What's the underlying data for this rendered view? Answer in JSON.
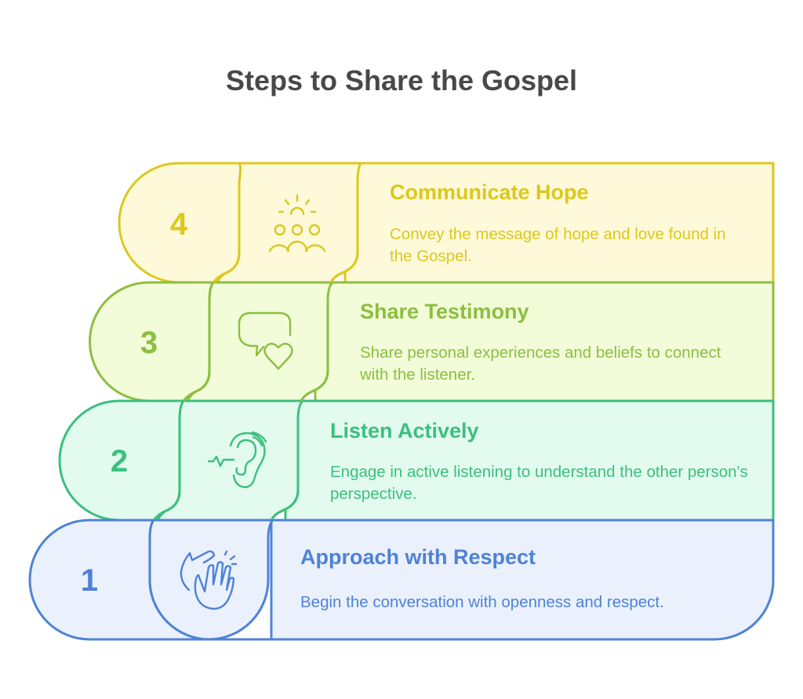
{
  "title": "Steps to Share the Gospel",
  "steps": [
    {
      "number": "1",
      "heading": "Approach with Respect",
      "description": "Begin the conversation with openness and respect.",
      "icon": "clapping-hands-icon",
      "colors": {
        "stroke": "#4f82d6",
        "fill": "#eaf1fd",
        "text": "#4f82d6"
      }
    },
    {
      "number": "2",
      "heading": "Listen Actively",
      "description": "Engage in active listening to understand the other person's perspective.",
      "icon": "ear-listening-icon",
      "colors": {
        "stroke": "#3cbf7f",
        "fill": "#e2fbee",
        "text": "#3cbf7f"
      }
    },
    {
      "number": "3",
      "heading": "Share Testimony",
      "description": "Share personal experiences and beliefs to connect with the listener.",
      "icon": "speech-bubble-heart-icon",
      "colors": {
        "stroke": "#8cbf3f",
        "fill": "#f2fcd9",
        "text": "#8cbf3f"
      }
    },
    {
      "number": "4",
      "heading": "Communicate Hope",
      "description": "Convey the message of hope and love found in the Gospel.",
      "icon": "people-sunrise-icon",
      "colors": {
        "stroke": "#dcc81e",
        "fill": "#fef9d9",
        "text": "#dcc81e"
      }
    }
  ]
}
